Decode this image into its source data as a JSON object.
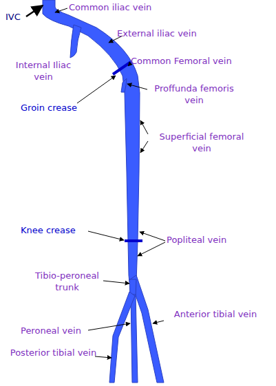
{
  "diagram": {
    "labels": [
      "IVC",
      "Common iliac vein",
      "External iliac vein",
      "Internal Iliac vein",
      "Common Femoral vein",
      "Groin crease",
      "Proffunda femoris vein",
      "Superficial femoral vein",
      "Knee crease",
      "Popliteal vein",
      "Tibio-peroneal trunk",
      "Peroneal vein",
      "Anterior tibial vein",
      "Posterior tibial vein"
    ]
  }
}
